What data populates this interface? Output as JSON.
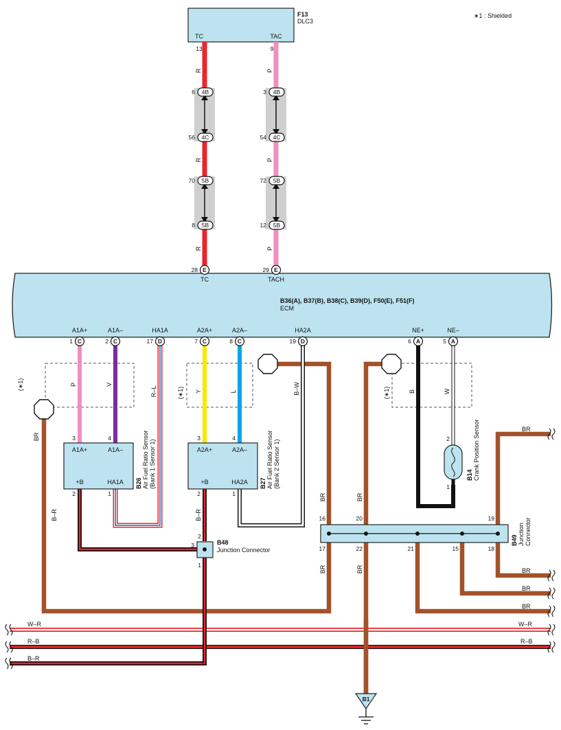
{
  "note": "∗1 : Shielded",
  "dlc3": {
    "code": "F13",
    "name": "DLC3",
    "pin_tc": "TC",
    "pin_tac": "TAC",
    "num_tc": "13",
    "num_tac": "9"
  },
  "inline": {
    "a1": {
      "conn": "4B",
      "pin_left": "6",
      "pin_right": "3"
    },
    "a2": {
      "conn": "4C",
      "pin_left": "56",
      "pin_right": "54"
    },
    "b1": {
      "conn": "5B",
      "pin_left": "70",
      "pin_right": "72"
    },
    "b2": {
      "conn": "5B",
      "pin_left": "8",
      "pin_right": "12"
    }
  },
  "wire_colors": {
    "r": "R",
    "p": "P",
    "v": "V",
    "rl": "R–L",
    "y": "Y",
    "l": "L",
    "bw": "B–W",
    "b": "B",
    "w": "W",
    "br": "BR",
    "wr": "W–R",
    "rb": "R–B",
    "b_r": "B–R"
  },
  "ecm": {
    "codes": "B36(A), B37(B), B38(C), B39(D), F50(E), F51(F)",
    "name": "ECM",
    "top_pins": [
      {
        "num": "28",
        "conn": "E",
        "label": "TC"
      },
      {
        "num": "29",
        "conn": "E",
        "label": "TACH"
      }
    ],
    "bottom_pins": [
      {
        "num": "1",
        "conn": "C",
        "label": "A1A+"
      },
      {
        "num": "2",
        "conn": "C",
        "label": "A1A–"
      },
      {
        "num": "17",
        "conn": "D",
        "label": "HA1A"
      },
      {
        "num": "7",
        "conn": "C",
        "label": "A2A+"
      },
      {
        "num": "8",
        "conn": "C",
        "label": "A2A–"
      },
      {
        "num": "19",
        "conn": "D",
        "label": "HA2A"
      },
      {
        "num": "6",
        "conn": "A",
        "label": "NE+"
      },
      {
        "num": "5",
        "conn": "A",
        "label": "NE–"
      }
    ]
  },
  "shield_mark": "(∗1)",
  "b26": {
    "code": "B26",
    "name": "Air Fuel Ratio Sensor",
    "sub": "(Bank 1 Sensor 1)",
    "pin_a": "A1A+",
    "pin_b": "A1A–",
    "pin_c": "+B",
    "pin_d": "HA1A",
    "num_a": "3",
    "num_b": "4",
    "num_c": "2",
    "num_d": "1"
  },
  "b27": {
    "code": "B27",
    "name": "Air Fuel Ratio Sensor",
    "sub": "(Bank 2 Sensor 1)",
    "pin_a": "A2A+",
    "pin_b": "A2A–",
    "pin_c": "+B",
    "pin_d": "HA2A",
    "num_a": "3",
    "num_b": "4",
    "num_c": "2",
    "num_d": "1"
  },
  "b14": {
    "code": "B14",
    "name": "Crank Position Sensor",
    "num_top": "2",
    "num_bot": "1"
  },
  "b48": {
    "code": "B48",
    "name": "Junction Connector",
    "num_top": "2",
    "num_left": "3",
    "num_bot": "1"
  },
  "b49": {
    "code": "B49",
    "name": "Junction",
    "name2": "Connector",
    "top_pins": [
      "16",
      "20",
      "19"
    ],
    "bottom_pins": [
      "17",
      "22",
      "21",
      "15",
      "18"
    ]
  },
  "ground": {
    "code": "B1"
  }
}
